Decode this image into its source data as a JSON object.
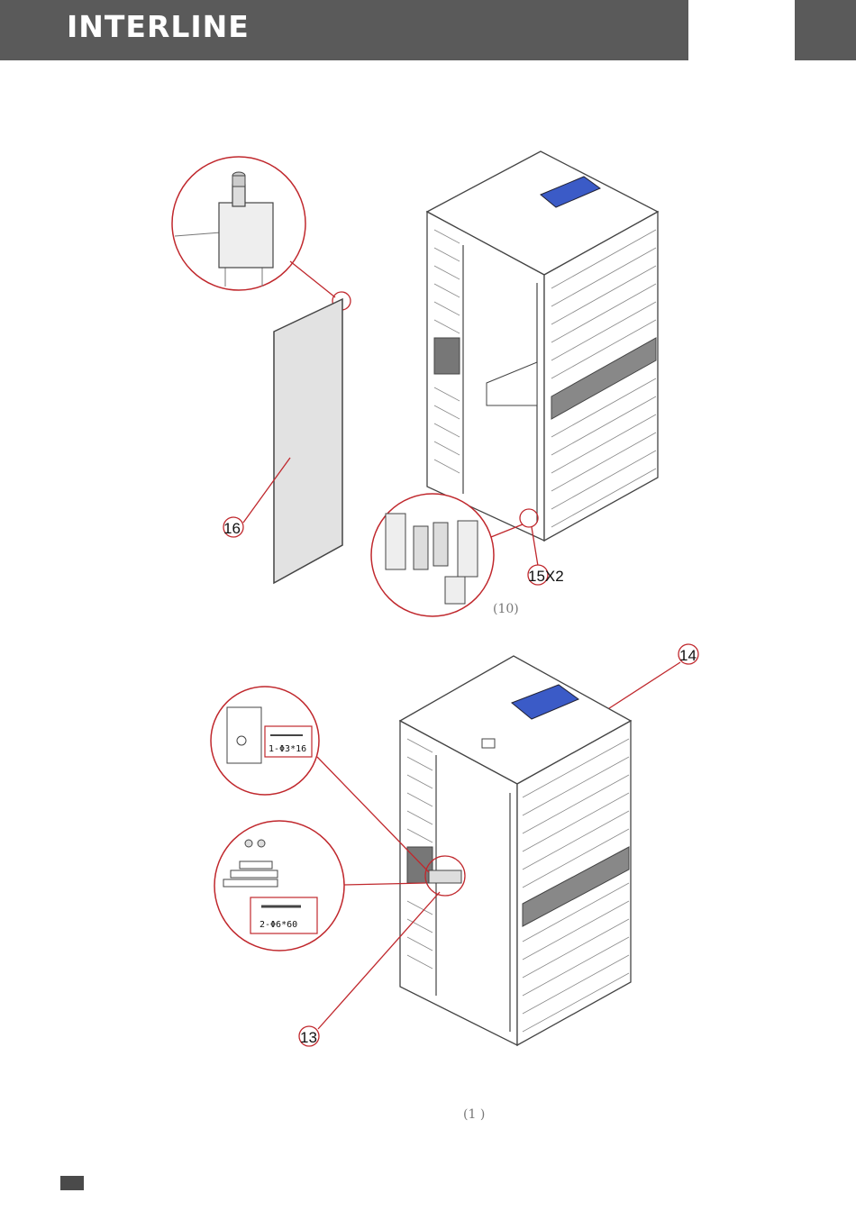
{
  "header": {
    "logo_text": "INTERLINE"
  },
  "figure_top": {
    "caption": "(10)",
    "callouts": {
      "panel": "16",
      "hinge": "15X2"
    }
  },
  "figure_bottom": {
    "caption": "(1  )",
    "callouts": {
      "roof": "14",
      "bar": "13"
    },
    "specs": {
      "screw_small": "1-Φ3*16",
      "screw_large": "2-Φ6*60"
    }
  },
  "colors": {
    "header": "#5a5a5a",
    "callout_red": "#c0282d",
    "solar_blue": "#3b5bc7"
  }
}
